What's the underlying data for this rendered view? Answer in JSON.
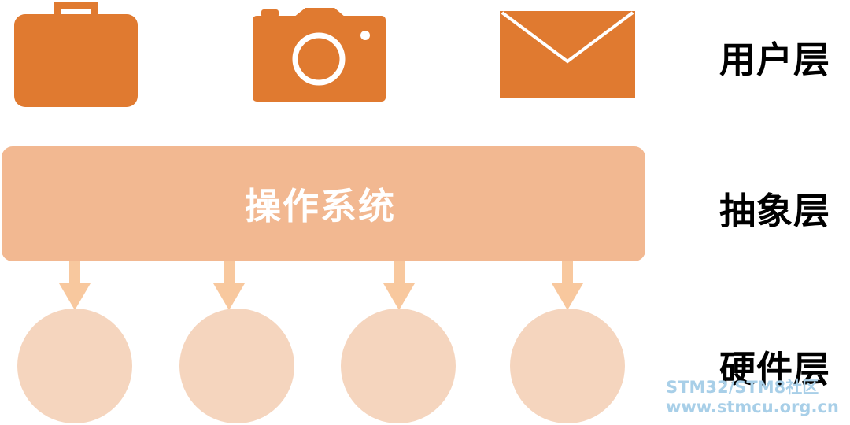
{
  "colors": {
    "icon_orange": "#E07A30",
    "os_box_fill": "#F2B891",
    "arrow_fill": "#F8C89E",
    "circle_fill": "#F5D5BE",
    "label_text": "#000000",
    "watermark": "#A8CFE8"
  },
  "user_layer": {
    "icons": [
      "briefcase-icon",
      "camera-icon",
      "mail-icon"
    ],
    "label": "用户层"
  },
  "abstraction_layer": {
    "box_label": "操作系统",
    "label": "抽象层"
  },
  "hardware_layer": {
    "device_count": 4,
    "label": "硬件层"
  },
  "watermark": {
    "line1": "STM32/STM8社区",
    "line2": "www.stmcu.org.cn"
  }
}
